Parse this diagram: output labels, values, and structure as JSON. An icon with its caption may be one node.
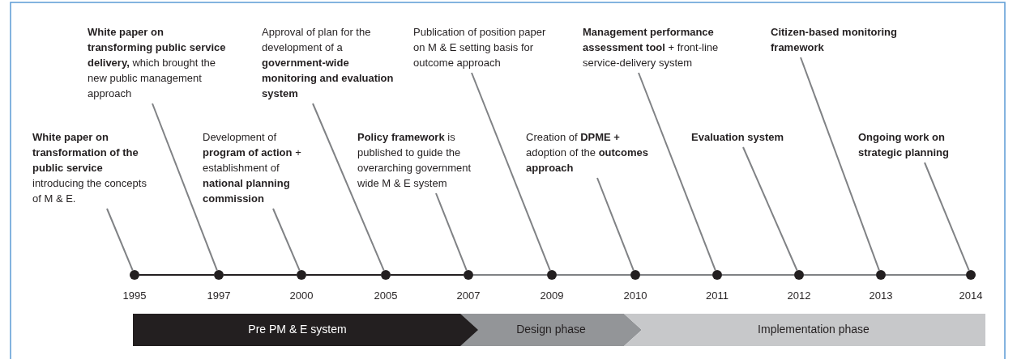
{
  "diagram": {
    "nodes": [
      {
        "text": [
          "**White paper on transformation of the public service** introducing the concepts of M & E."
        ]
      },
      {
        "text": [
          "**White paper on transforming public service delivery,** which brought the new public management approach"
        ]
      },
      {
        "text": [
          "Development of **program of action** + establishment of **national planning commission**"
        ]
      },
      {
        "text": [
          "Approval of plan for the development of a **government-wide monitoring and evaluation system**"
        ]
      },
      {
        "text": [
          "**Policy framework** is published to guide the overarching government wide M & E system"
        ]
      },
      {
        "text": [
          "Publication of position paper on M & E setting basis for outcome approach"
        ]
      },
      {
        "text": [
          "Creation of **DPME +** adoption of the **outcomes approach**"
        ]
      },
      {
        "text": [
          "**Management performance assessment tool** + front-line service-delivery system"
        ]
      },
      {
        "text": [
          "Evaluation system"
        ]
      },
      {
        "text": [
          "Citizen-based monitoring framework"
        ]
      },
      {
        "text": [
          "Ongoing work on strategic planning"
        ]
      },
      {
        "text": [],
        "shape": "circle"
      },
      {
        "text": [],
        "shape": "circle"
      },
      {
        "text": [],
        "shape": "circle"
      },
      {
        "text": [],
        "shape": "circle"
      },
      {
        "text": [],
        "shape": "circle"
      },
      {
        "text": [],
        "shape": "circle"
      },
      {
        "text": [],
        "shape": "circle"
      },
      {
        "text": [],
        "shape": "circle"
      },
      {
        "text": [],
        "shape": "circle"
      },
      {
        "text": [],
        "shape": "circle"
      },
      {
        "text": [],
        "shape": "circle"
      },
      {
        "text": [
          "Pre PM & E system"
        ]
      },
      {
        "text": [
          "Design phase"
        ]
      },
      {
        "text": [
          "Implementation phase"
        ]
      }
    ],
    "edges": [
      {
        "from": 0,
        "to": 11,
        "arrow": "none"
      },
      {
        "from": 1,
        "to": 12,
        "arrow": "none"
      },
      {
        "from": 2,
        "to": 13,
        "arrow": "none"
      },
      {
        "from": 3,
        "to": 14,
        "arrow": "none"
      },
      {
        "from": 4,
        "to": 15,
        "arrow": "none"
      },
      {
        "from": 5,
        "to": 16,
        "arrow": "none"
      },
      {
        "from": 6,
        "to": 17,
        "arrow": "none"
      },
      {
        "from": 7,
        "to": 18,
        "arrow": "none"
      },
      {
        "from": 8,
        "to": 19,
        "arrow": "none"
      },
      {
        "from": 9,
        "to": 20,
        "arrow": "none"
      },
      {
        "from": 10,
        "to": 21,
        "arrow": "none"
      },
      {
        "from": 11,
        "to": 12,
        "arrow": "none",
        "color": "#231f20"
      },
      {
        "from": 12,
        "to": 13,
        "arrow": "none",
        "color": "#231f20"
      },
      {
        "from": 13,
        "to": 14,
        "arrow": "none",
        "color": "#231f20"
      },
      {
        "from": 14,
        "to": 15,
        "arrow": "none",
        "color": "#231f20"
      },
      {
        "from": 15,
        "to": 16,
        "arrow": "none"
      },
      {
        "from": 16,
        "to": 17,
        "arrow": "none"
      },
      {
        "from": 17,
        "to": 18,
        "arrow": "none"
      },
      {
        "from": 18,
        "to": 19,
        "arrow": "none"
      },
      {
        "from": 19,
        "to": 20,
        "arrow": "none"
      },
      {
        "from": 20,
        "to": 21,
        "arrow": "none"
      }
    ],
    "labels": [
      "1995",
      "1997",
      "2000",
      "2005",
      "2007",
      "2009",
      "2010",
      "2011",
      "2012",
      "2013",
      "2014"
    ]
  }
}
